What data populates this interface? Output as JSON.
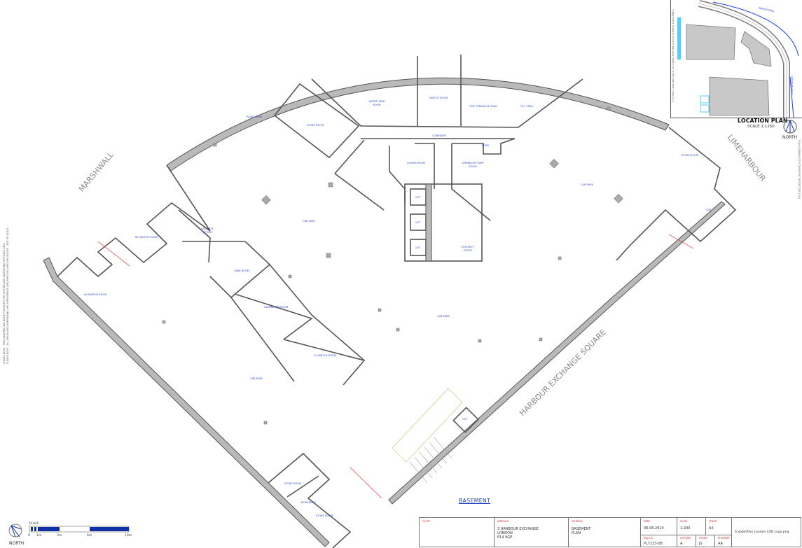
{
  "drawing": {
    "level_title": "BASEMENT",
    "streets": {
      "west": "MARSHWALL",
      "east": "LIMEHARBOUR",
      "south": "HARBOUR EXCHANGE SQUARE"
    },
    "rooms": {
      "plant_area": "PLANT AREA",
      "store_room_nw": "STORE ROOM",
      "water_tank_room": [
        "WATER TANK",
        "ROOM"
      ],
      "switch_room": "SWITCH ROOM",
      "fire_sprinkler_tank": "FIRE SPRINKLER TANK",
      "fill_tank": "FILL TANK",
      "corridor": "CORRIDOR",
      "riser": "RISER",
      "comms_room": "COMMS ROOM",
      "sprinkler_pump_room": [
        "SPRINKLER PUMP",
        "ROOM"
      ],
      "lift": "LIFT",
      "security_office_core": [
        "SECURITY",
        "OFFICE"
      ],
      "store_room_ne": "STORE ROOM",
      "car_park": "CAR PARK",
      "security_office_w": [
        "SECURITY",
        "OFFICE"
      ],
      "hv_switch_room": "HV SWITCH ROOM",
      "tank_room": "TANK ROOM",
      "generator_room": "GENERATOR ROOM",
      "lv_switch_room": "LV SWITCH ROOM",
      "store_room_s": "STORE ROOM",
      "workshop": "WORKSHOP"
    },
    "accent_colors": {
      "labels": "#2a4bd0",
      "fire_line": "#e03030",
      "ramp_line": "#d9b870",
      "walls": "#b9b9b9"
    }
  },
  "notes": {
    "left": [
      "PLEASE NOTE - THIS DRAWING HAS BEEN PRODUCED FOR LETTING AND MARKETING PURPOSES ONLY.",
      "PLEASE NOTE - ALL AREAS AND DIMENSIONS ARE APPROXIMATE AND MUST BE CHECKED ON SITE - NOT TO SCALE"
    ],
    "right": "PLAN LONDON LTD COPYRIGHT PROTECTED 2004"
  },
  "location_plan": {
    "title": "LOCATION PLAN",
    "scale": "SCALE 1:1250",
    "north": "NORTH",
    "road_label": "MARSH WALL",
    "road_label_2": "LIMEHARBOUR",
    "copyright": "© Crown Copyright 2013. All rights reserved Licence number 100020449"
  },
  "scale_bar": {
    "title": "SCALE",
    "ticks": [
      "0",
      "1m",
      "3m",
      "6m",
      "10m"
    ],
    "north": "NORTH",
    "color": "#1030a8"
  },
  "title_block": {
    "client": {
      "label": "client",
      "value": ""
    },
    "address": {
      "label": "address",
      "value": "3 HARBOUR EXCHANGE\nLONDON\nE14 9GE"
    },
    "location": {
      "label": "location",
      "value": "BASEMENT\nPLAN"
    },
    "date": {
      "label": "date",
      "value": "06.06.2014"
    },
    "scale": {
      "label": "scale",
      "value": "1:200"
    },
    "sheet": {
      "label": "sheet",
      "value": "A3"
    },
    "drg_no": {
      "label": "drg no.",
      "value": "PL7233-0B"
    },
    "revision": {
      "label": "revision",
      "value": "A"
    },
    "drawn": {
      "label": "drawn",
      "value": "JS"
    },
    "checked": {
      "label": "checked",
      "value": "AA"
    },
    "logo": "S:\\Jobs\\Plan London CAD Logo.png"
  }
}
